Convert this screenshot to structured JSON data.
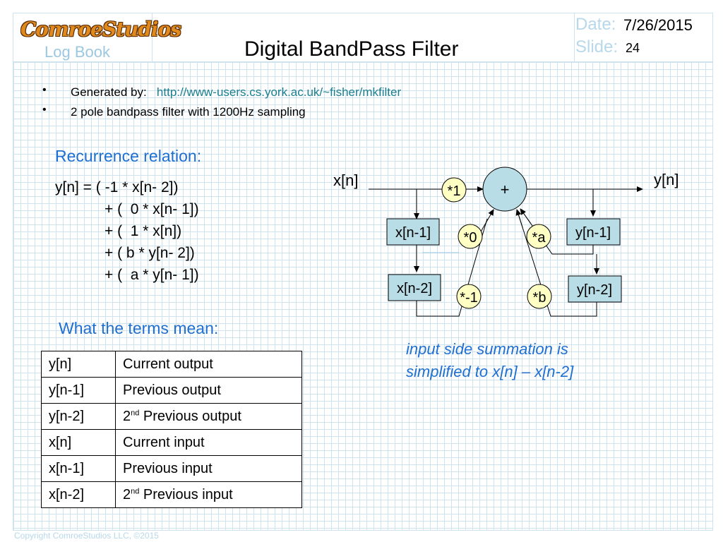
{
  "header": {
    "logo_text": "ComroeStudios",
    "log_book": "Log Book",
    "title": "Digital BandPass Filter",
    "date_label": "Date:",
    "date_value": "7/26/2015",
    "slide_label": "Slide:",
    "slide_value": "24"
  },
  "bullets": [
    {
      "text": "Generated by:",
      "link": "http://www-users.cs.york.ac.uk/~fisher/mkfilter"
    },
    {
      "text": "2 pole bandpass filter with 1200Hz sampling"
    }
  ],
  "recurrence": {
    "heading": "Recurrence relation:",
    "lines": [
      "y[n] = ( -1 * x[n- 2])",
      "+ (  0 * x[n- 1])",
      "+ (  1 * x[n])",
      "+ ( b * y[n- 2])",
      "+ (  a * y[n- 1])"
    ]
  },
  "terms": {
    "heading": "What the terms mean:",
    "rows": [
      {
        "term": "y[n]",
        "meaning": "Current output"
      },
      {
        "term": "y[n-1]",
        "meaning": "Previous output"
      },
      {
        "term": "y[n-2]",
        "ord": "2",
        "sup": "nd",
        "meaning": " Previous output"
      },
      {
        "term": "x[n]",
        "meaning": "Current input"
      },
      {
        "term": "x[n-1]",
        "meaning": "Previous input"
      },
      {
        "term": "x[n-2]",
        "ord": "2",
        "sup": "nd",
        "meaning": " Previous input"
      }
    ]
  },
  "diagram": {
    "input_label": "x[n]",
    "output_label": "y[n]",
    "sum_label": "+",
    "xn1": "x[n-1]",
    "xn2": "x[n-2]",
    "yn1": "y[n-1]",
    "yn2": "y[n-2]",
    "coef_1": "*1",
    "coef_0": "*0",
    "coef_m1": "*-1",
    "coef_a": "*a",
    "coef_b": "*b"
  },
  "note": {
    "line1": "input side summation is",
    "line2": "simplified to x[n] – x[n-2]"
  },
  "footer": "Copyright ComroeStudios LLC, ©2015",
  "colors": {
    "delay_box": "#b9dde6",
    "coef_circle": "#ffffc4",
    "sum_circle": "#b9dde6",
    "heading_blue": "#1f6fd1",
    "grid": "#cfe3ef"
  }
}
